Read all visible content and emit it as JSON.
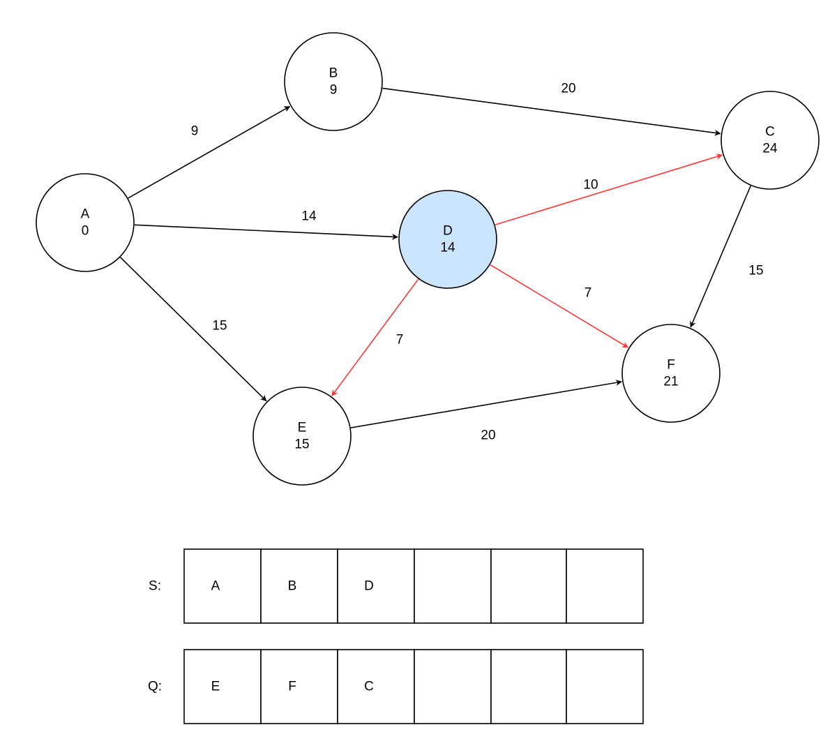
{
  "colors": {
    "stroke": "#000000",
    "highlight_edge": "#ff3333",
    "current_node_fill": "#cce5ff",
    "node_fill": "#ffffff"
  },
  "nodes": [
    {
      "id": "A",
      "label": "A",
      "distance": "0",
      "current": false
    },
    {
      "id": "B",
      "label": "B",
      "distance": "9",
      "current": false
    },
    {
      "id": "C",
      "label": "C",
      "distance": "24",
      "current": false
    },
    {
      "id": "D",
      "label": "D",
      "distance": "14",
      "current": true
    },
    {
      "id": "E",
      "label": "E",
      "distance": "15",
      "current": false
    },
    {
      "id": "F",
      "label": "F",
      "distance": "21",
      "current": false
    }
  ],
  "edges": [
    {
      "from": "A",
      "to": "B",
      "weight": "9",
      "highlighted": false
    },
    {
      "from": "A",
      "to": "D",
      "weight": "14",
      "highlighted": false
    },
    {
      "from": "A",
      "to": "E",
      "weight": "15",
      "highlighted": false
    },
    {
      "from": "B",
      "to": "C",
      "weight": "20",
      "highlighted": false
    },
    {
      "from": "D",
      "to": "C",
      "weight": "10",
      "highlighted": true
    },
    {
      "from": "D",
      "to": "F",
      "weight": "7",
      "highlighted": true
    },
    {
      "from": "D",
      "to": "E",
      "weight": "7",
      "highlighted": true
    },
    {
      "from": "C",
      "to": "F",
      "weight": "15",
      "highlighted": false
    },
    {
      "from": "E",
      "to": "F",
      "weight": "20",
      "highlighted": false
    }
  ],
  "sets": {
    "S": {
      "label": "S:",
      "cells": [
        "A",
        "B",
        "D",
        "",
        "",
        ""
      ]
    },
    "Q": {
      "label": "Q:",
      "cells": [
        "E",
        "F",
        "C",
        "",
        "",
        ""
      ]
    }
  }
}
